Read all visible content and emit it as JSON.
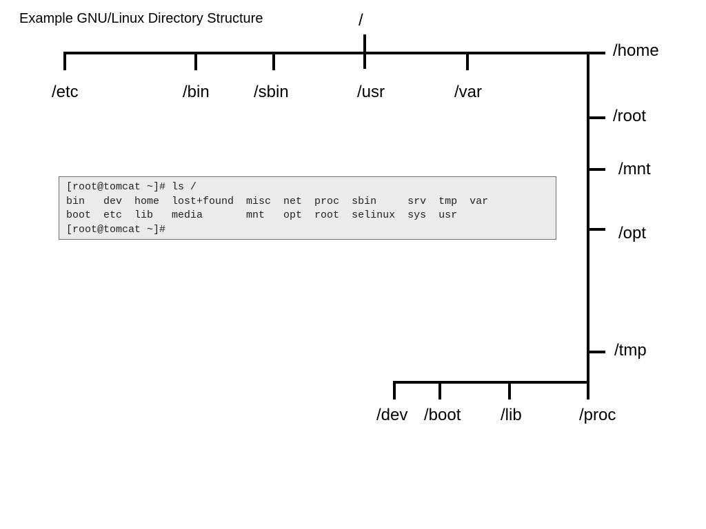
{
  "title": "Example GNU/Linux Directory Structure",
  "root_label": "/",
  "top_branches": [
    "/etc",
    "/bin",
    "/sbin",
    "/usr",
    "/var"
  ],
  "right_branches": [
    "/home",
    "/root",
    "/mnt",
    "/opt",
    "/tmp"
  ],
  "bottom_branches": [
    "/dev",
    "/boot",
    "/lib",
    "/proc"
  ],
  "terminal": {
    "lines": [
      "[root@tomcat ~]# ls /",
      "bin   dev  home  lost+found  misc  net  proc  sbin     srv  tmp  var",
      "boot  etc  lib   media       mnt   opt  root  selinux  sys  usr",
      "[root@tomcat ~]#"
    ]
  }
}
